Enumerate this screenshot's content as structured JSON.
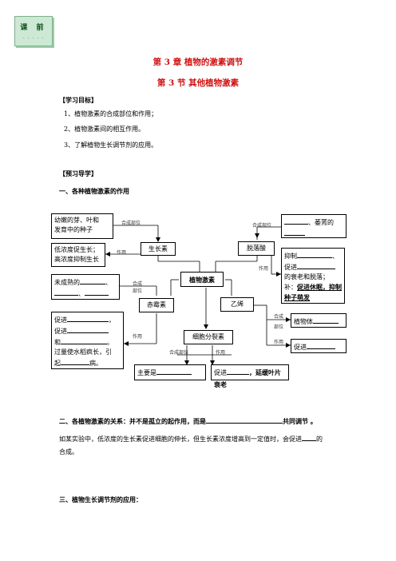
{
  "badge": {
    "label": "课 前",
    "dots": ". . . . ."
  },
  "chapter_title": "第 3 章  植物的激素调节",
  "section_title": "第 3 节  其他植物激素",
  "objectives": {
    "heading": "【学习目标】",
    "items": [
      "1、植物激素的合成部位和作用；",
      "2、植物激素间的相互作用。",
      "3、了解植物生长调节剂的应用。"
    ]
  },
  "preview_heading": "【预习导学】",
  "part1_heading": "一、各种植物激素的作用",
  "diagram": {
    "center": "植物激素",
    "auxin": {
      "name": "生长素",
      "source_line1": "幼嫩的芽、叶和",
      "source_line2": "发育中的种子",
      "synth_label": "合成部位",
      "action_label": "作用",
      "action_line1": "低浓度促生长；",
      "action_line2": "高浓度抑制生长"
    },
    "abscisic": {
      "name": "脱落酸",
      "synth_label": "合成部位",
      "source_tail": "、萎蔫的",
      "action_label": "作用",
      "action_line1": "抑制",
      "action_line2": "促进",
      "action_line3": "的衰老和脱落；",
      "action_line4_prefix": "补：",
      "action_line4_bold": "促进休眠，抑制",
      "action_line5_bold": "种子萌发"
    },
    "gibberellin": {
      "name": "赤霉素",
      "synth_label_1": "合成",
      "synth_label_2": "部位",
      "source_line1": "未成熟的",
      "source_sep": "、",
      "action_label": "作用",
      "action_line1": "促进",
      "action_line2": "促进",
      "action_line3": "和",
      "action_line4": "过量使水稻疯长，引",
      "action_line5_prefix": "起",
      "action_line5_suffix": "病。"
    },
    "ethylene": {
      "name": "乙烯",
      "synth_label_1": "合成",
      "synth_label_2": "部位",
      "source": "植物体",
      "action_label": "作用",
      "action": "促进"
    },
    "cytokinin": {
      "name": "细胞分裂素",
      "synth_label": "合成部位",
      "action_label": "作用",
      "source": "主要是",
      "action_prefix": "促进",
      "action_bold": "，延缓叶片衰老"
    }
  },
  "part2": {
    "heading_prefix": "二、各植物激素的关系：并不是孤立的起作用，而是",
    "heading_suffix": "共同调节 。",
    "body_line1_prefix": "如某实验中，低浓度的生长素促进细胞的伸长，但生长素浓度增高到一定值时，会促进",
    "body_line1_suffix": "的",
    "body_line2": "合成。"
  },
  "part3_heading": "三、植物生长调节剂的应用："
}
